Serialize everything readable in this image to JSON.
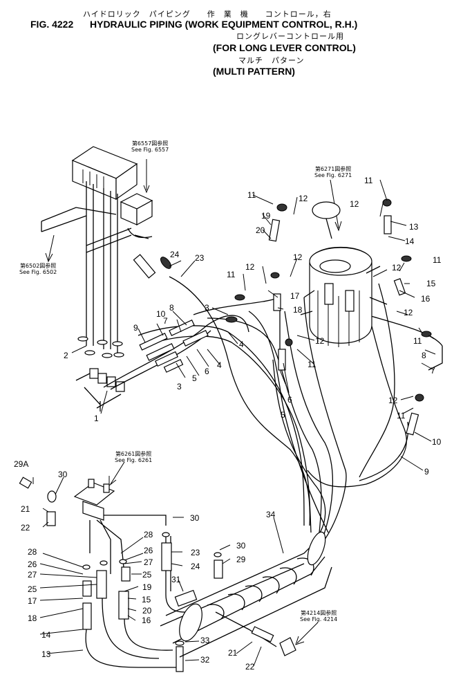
{
  "header": {
    "fig_no": "FIG. 4222",
    "title_jp": "ハイドロリック　パイピング　　作　業　機　　コントロール，右",
    "title_en": "HYDRAULIC PIPING (WORK EQUIPMENT CONTROL, R.H.)",
    "sub1_jp": "ロングレバーコントロール用",
    "sub1_en": "(FOR LONG LEVER CONTROL)",
    "sub2_jp": "マルチ　パターン",
    "sub2_en": "(MULTI PATTERN)"
  },
  "refs": {
    "r6557_jp": "第6557図参照",
    "r6557_en": "See Fig. 6557",
    "r6271_jp": "第6271図参照",
    "r6271_en": "See Fig. 6271",
    "r6502_jp": "第6502図参照",
    "r6502_en": "See Fig. 6502",
    "r6261_jp": "第6261図参照",
    "r6261_en": "See Fig. 6261",
    "r4214_jp": "第4214図参照",
    "r4214_en": "See Fig. 4214"
  },
  "callouts": [
    "1",
    "2",
    "3",
    "3",
    "4",
    "4",
    "5",
    "5",
    "6",
    "6",
    "7",
    "7",
    "8",
    "8",
    "9",
    "9",
    "10",
    "10",
    "11",
    "11",
    "11",
    "11",
    "11",
    "11",
    "11",
    "12",
    "12",
    "12",
    "12",
    "12",
    "12",
    "12",
    "12",
    "13",
    "13",
    "14",
    "14",
    "15",
    "15",
    "16",
    "16",
    "17",
    "17",
    "18",
    "18",
    "19",
    "19",
    "20",
    "20",
    "21",
    "21",
    "22",
    "22",
    "23",
    "23",
    "24",
    "24",
    "25",
    "25",
    "26",
    "26",
    "27",
    "27",
    "28",
    "28",
    "29",
    "29A",
    "30",
    "30",
    "30",
    "31",
    "32",
    "33",
    "34"
  ]
}
